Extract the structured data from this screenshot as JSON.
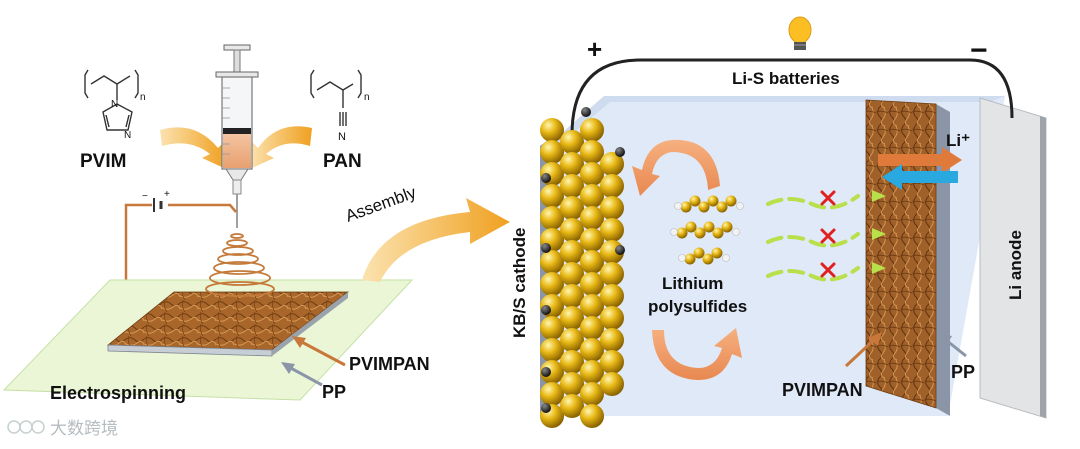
{
  "labels": {
    "pvim": "PVIM",
    "pan": "PAN",
    "assembly": "Assembly",
    "electrospinning": "Electrospinning",
    "pvimpan_left": "PVIMPAN",
    "pp_left": "PP",
    "plus": "+",
    "minus": "−",
    "batteries": "Li-S batteries",
    "li_ion": "Li⁺",
    "cathode": "KB/S cathode",
    "anode": "Li anode",
    "polysulfides_line1": "Lithium",
    "polysulfides_line2": "polysulfides",
    "pvimpan_right": "PVIMPAN",
    "pp_right": "PP",
    "subscript_n": "n",
    "nitrogen": "N",
    "watermark": "大数跨境"
  },
  "colors": {
    "accent_orange": "#f0a830",
    "fiber_brown": "#9a5a22",
    "li_arrow": "#e07a3a",
    "cyan_arrow": "#29a9e0",
    "battery_bg": "#dfe9f7",
    "separator_gray": "#8a96a8",
    "sphere_gold": "#e0b010",
    "red_x": "#e02020",
    "green_dash": "#b7e04a"
  }
}
